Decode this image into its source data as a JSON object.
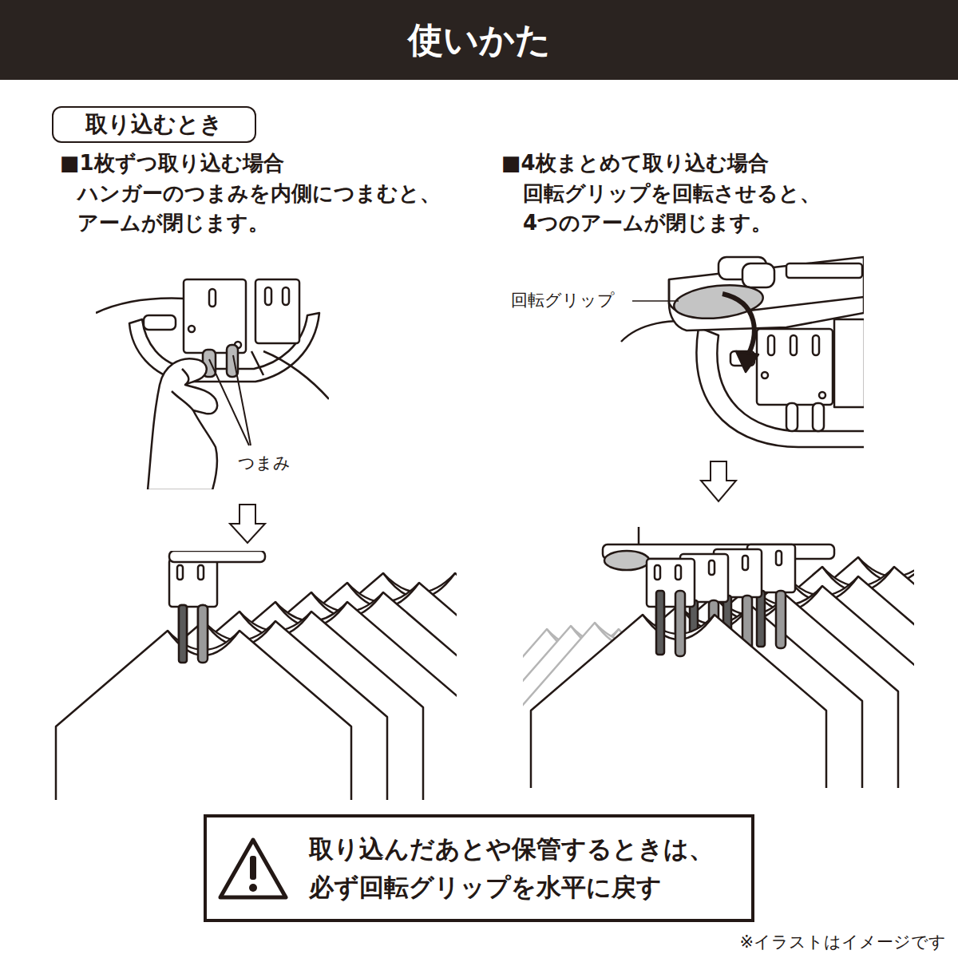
{
  "diagram": {
    "title": "使いかた",
    "nodes": [
      {
        "text": [
          "取り込むとき"
        ]
      },
      {
        "text": [
          "取り込んだあとや保管するときは、 必ず回転グリップを水平に戻す"
        ]
      }
    ],
    "labels": [
      "■1枚ずつ取り込む場合",
      "ハンガーのつまみを内側につまむと、 アームが閉じます。",
      "■4枚まとめて取り込む場合",
      "回転グリップを回転させると、 4つのアームが閉じます。",
      "回転グリップ",
      "つまみ",
      "※イラストはイメージです"
    ]
  }
}
